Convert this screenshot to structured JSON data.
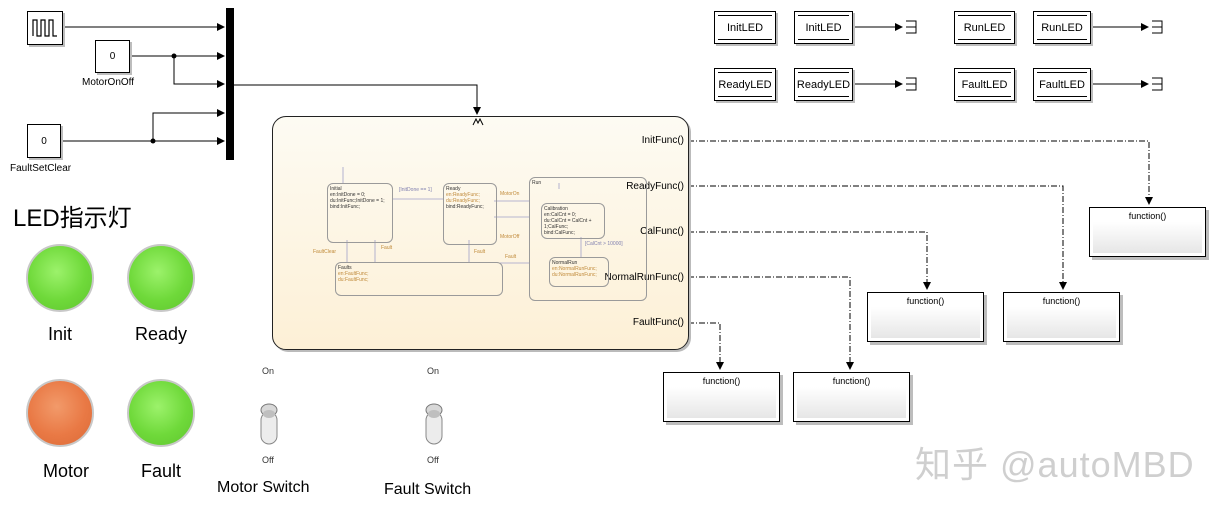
{
  "inputs": {
    "pulse_icon": "pulse-generator-icon",
    "motor_const_value": "0",
    "motor_const_name": "MotorOnOff",
    "fault_const_value": "0",
    "fault_const_name": "FaultSetClear"
  },
  "goto_tags": {
    "init_from": "InitLED",
    "init_goto": "InitLED",
    "run_from": "RunLED",
    "run_goto": "RunLED",
    "ready_from": "ReadyLED",
    "ready_goto": "ReadyLED",
    "fault_from": "FaultLED",
    "fault_goto": "FaultLED"
  },
  "chart": {
    "ports": [
      "InitFunc()",
      "ReadyFunc()",
      "CalFunc()",
      "NormalRunFunc()",
      "FaultFunc()"
    ],
    "states": {
      "initial": [
        "Initial",
        "en:InitDone = 0;",
        "du:InitFunc;InitDone = 1;",
        "bind:InitFunc;"
      ],
      "ready": [
        "Ready",
        "en:ReadyFunc;",
        "du:ReadyFunc;",
        "bind:ReadyFunc;"
      ],
      "faults": [
        "Faults",
        "en:FaultFunc;",
        "du:FaultFunc;"
      ],
      "run": [
        "Run"
      ],
      "calibration": [
        "Calibration",
        "en:CalCnt = 0;",
        "du:CalCnt = CalCnt + 1;CalFunc;",
        "bind:CalFunc;"
      ],
      "normalrun": [
        "NormalRun",
        "en:NormalRunFunc;",
        "du:NormalRunFunc;"
      ]
    },
    "transitions": {
      "init_ready": "[InitDone == 1]",
      "motor_on": "MotorOn",
      "motor_off": "MotorOff",
      "fault_a": "Fault",
      "fault_b": "Fault",
      "fault_c": "Fault",
      "fault_clear": "FaultClear",
      "cal_done": "[CalCnt > 10000]"
    }
  },
  "function_blocks": [
    "function()",
    "function()",
    "function()",
    "function()",
    "function()"
  ],
  "led_panel": {
    "heading": "LED指示灯",
    "leds": [
      {
        "label": "Init",
        "color": "#6fd93a"
      },
      {
        "label": "Ready",
        "color": "#6fd93a"
      },
      {
        "label": "Motor",
        "color": "#e97945"
      },
      {
        "label": "Fault",
        "color": "#6fd93a"
      }
    ]
  },
  "switches": [
    {
      "on": "On",
      "off": "Off",
      "name": "Motor Switch"
    },
    {
      "on": "On",
      "off": "Off",
      "name": "Fault Switch"
    }
  ],
  "watermark": "知乎 @autoMBD"
}
